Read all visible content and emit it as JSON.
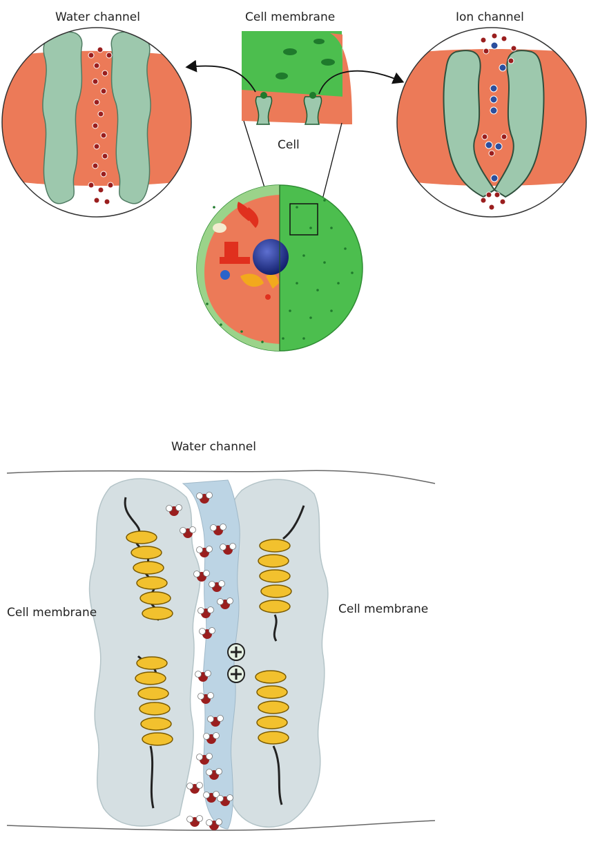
{
  "top_figure": {
    "water_channel_label": "Water channel",
    "cell_membrane_label": "Cell membrane",
    "ion_channel_label": "Ion channel",
    "cell_label": "Cell"
  },
  "bottom_figure": {
    "water_channel_label": "Water channel",
    "cell_membrane_left_label": "Cell membrane",
    "cell_membrane_right_label": "Cell membrane"
  },
  "colors": {
    "membrane_green": "#4cbe4e",
    "membrane_orange": "#ec7a58",
    "channel_protein": "#9dc8ad",
    "ion_blue": "#2c4f9e",
    "water_red": "#9a1e1e",
    "helix_yellow": "#f2c12e",
    "protein_grey": "#d5dfe2",
    "channel_blue": "#bcd4e4"
  },
  "icons": [
    "plus-ion-icon"
  ]
}
